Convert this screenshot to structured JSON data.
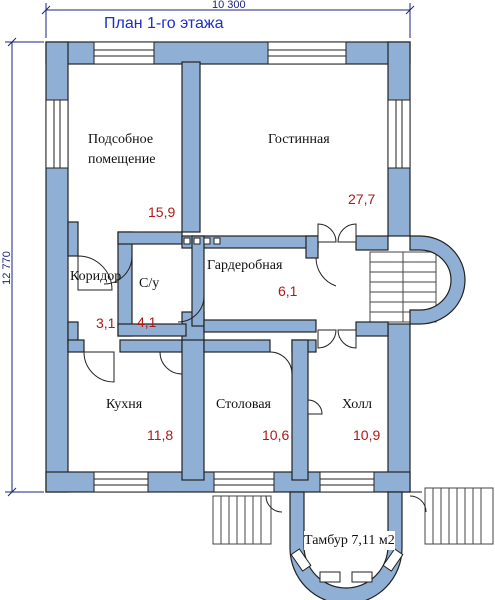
{
  "plan": {
    "title": "План 1-го этажа",
    "width_dimension": "10 300",
    "height_dimension": "12 770"
  },
  "rooms": {
    "utility": {
      "name_line1": "Подсобное",
      "name_line2": "помещение",
      "area": "15,9"
    },
    "living": {
      "name": "Гостинная",
      "area": "27,7"
    },
    "corridor": {
      "name": "Коридор",
      "area": "3,1"
    },
    "bathroom": {
      "name": "С/у",
      "area": "4,1"
    },
    "wardrobe": {
      "name": "Гардеробная",
      "area": "6,1"
    },
    "kitchen": {
      "name": "Кухня",
      "area": "11,8"
    },
    "dining": {
      "name": "Столовая",
      "area": "10,6"
    },
    "hall": {
      "name": "Холл",
      "area": "10,9"
    },
    "vestibule": {
      "name": "Тамбур 7,11 м2"
    }
  },
  "colors": {
    "wall_fill": "#8fb0d4",
    "wall_stroke": "#222222",
    "title": "#1a2fc8",
    "area_text": "#b01818",
    "dimension": "#1a237e"
  }
}
